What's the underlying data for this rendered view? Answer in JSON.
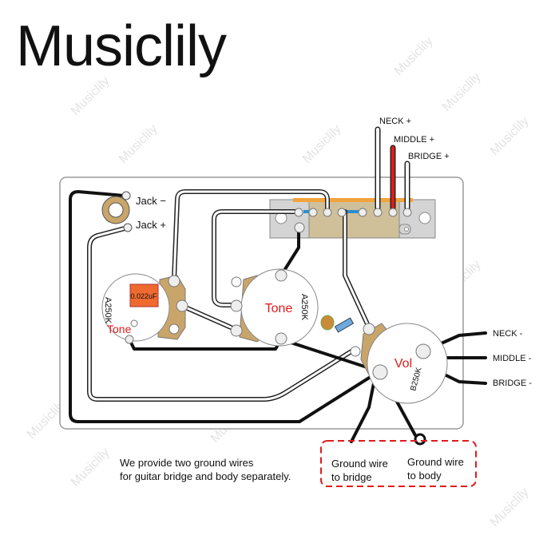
{
  "brand": {
    "title": "Musiclily",
    "watermark": "Musiclily"
  },
  "jack": {
    "minus": "Jack −",
    "plus": "Jack +"
  },
  "switch_pickups": {
    "neck": "NECK +",
    "middle": "MIDDLE +",
    "bridge": "BRIDGE +"
  },
  "ground_pickups": {
    "neck": "NECK -",
    "middle": "MIDDLE -",
    "bridge": "BRIDGE -"
  },
  "pots": {
    "tone1": {
      "name": "Tone",
      "value": "A250K",
      "capacitor": "0.022uF"
    },
    "tone2": {
      "name": "Tone",
      "value": "A250K"
    },
    "volume": {
      "name": "Vol",
      "value": "B250K"
    }
  },
  "notes": {
    "ground_line1": "We provide two ground wires",
    "ground_line2": "for guitar bridge and body separately.",
    "bridge_line1": "Ground wire",
    "bridge_line2": "to bridge",
    "body_line1": "Ground wire",
    "body_line2": "to body"
  },
  "colors": {
    "label_red": "#e01b1b",
    "pot_tan": "#c9a56a",
    "cap_orange": "#ef6a2f",
    "jumper_blue": "#2a8fd0",
    "wire_red": "#e01b1b"
  }
}
